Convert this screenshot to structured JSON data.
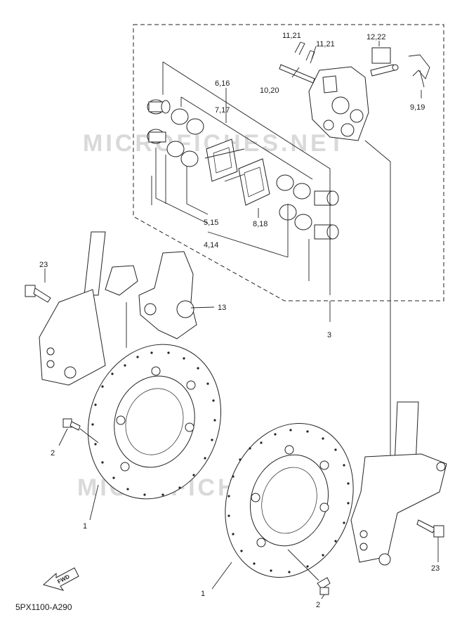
{
  "diagram": {
    "watermark_top": "MICROFICHES.NET",
    "watermark_bottom": "MICROFICHES.NET",
    "diagram_code": "5PX1100-A290",
    "fwd_label": "FWD",
    "callouts": {
      "c11_21_a": "11,21",
      "c11_21_b": "11,21",
      "c12_22": "12,22",
      "c10_20": "10,20",
      "c9_19": "9,19",
      "c6_16": "6,16",
      "c7_17": "7,17",
      "c5_15": "5,15",
      "c4_14": "4,14",
      "c8_18": "8,18",
      "c3": "3",
      "c13": "13",
      "c23_left": "23",
      "c23_right": "23",
      "c2_left": "2",
      "c2_right": "2",
      "c1_left": "1",
      "c1_right": "1"
    }
  }
}
